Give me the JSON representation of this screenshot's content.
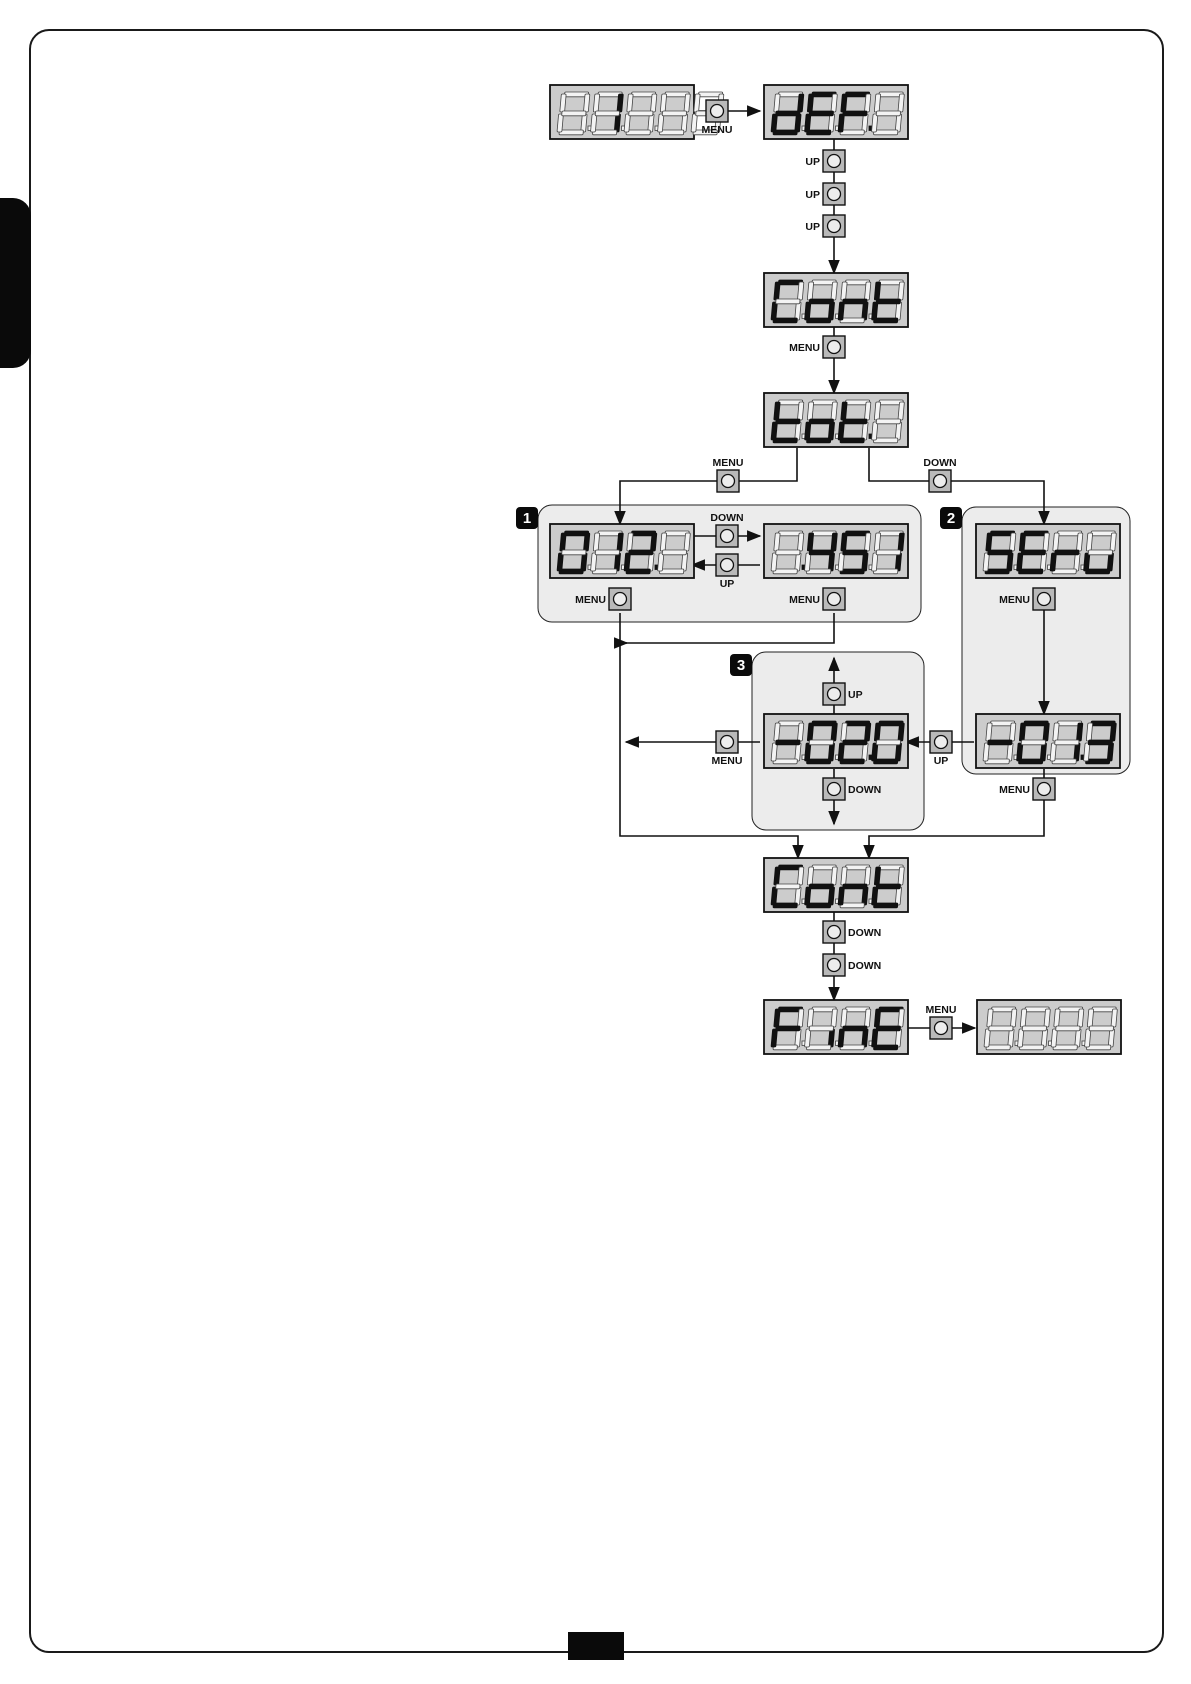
{
  "colors": {
    "display_bg": "#cccccc",
    "digit_on": "#111111",
    "digit_off": "#f3f3f3",
    "group_bg": "#ececec",
    "button_bg": "#b9b9b9",
    "line": "#111111"
  },
  "displays": {
    "d1": {
      "digits": [
        "",
        "1",
        "",
        "",
        ""
      ],
      "dots": [
        false,
        false,
        false
      ]
    },
    "d2": {
      "digits": [
        "d",
        "E",
        "F",
        ""
      ],
      "dots": [
        false,
        false,
        true
      ]
    },
    "d3": {
      "digits": [
        "C",
        "o",
        "n",
        "t"
      ],
      "dots": [
        false,
        false,
        false
      ]
    },
    "d4": {
      "digits": [
        "t",
        "o",
        "t",
        ""
      ],
      "dots": [
        false,
        false,
        true
      ]
    },
    "d5": {
      "digits": [
        "0",
        "1",
        "2",
        ""
      ],
      "dots": [
        false,
        false,
        true
      ]
    },
    "d6": {
      "digits": [
        "",
        "4",
        "5",
        "1"
      ],
      "dots": [
        true,
        false,
        false
      ]
    },
    "d7": {
      "digits": [
        "S",
        "E",
        "r",
        "u"
      ],
      "dots": [
        false,
        false,
        false
      ]
    },
    "d8": {
      "digits": [
        "-",
        "0",
        "2",
        "0"
      ],
      "dots": [
        false,
        false,
        true
      ]
    },
    "d9": {
      "digits": [
        "-",
        "0",
        "1",
        "3"
      ],
      "dots": [
        false,
        false,
        true
      ]
    },
    "d10": {
      "digits": [
        "C",
        "o",
        "n",
        "t"
      ],
      "dots": [
        false,
        false,
        false
      ]
    },
    "d11": {
      "digits": [
        "F",
        "i",
        "n",
        "E"
      ],
      "dots": [
        false,
        false,
        false
      ]
    },
    "d12": {
      "digits": [
        "",
        "",
        "",
        ""
      ],
      "dots": [
        false,
        false,
        false
      ]
    }
  },
  "buttons": {
    "b1": "MENU",
    "b2": "UP",
    "b3": "UP",
    "b4": "UP",
    "b5": "MENU",
    "b6": "MENU",
    "b7": "DOWN",
    "b8": "DOWN",
    "b9": "UP",
    "b10": "MENU",
    "b11": "MENU",
    "b12": "MENU",
    "b13": "UP",
    "b14": "MENU",
    "b15": "UP",
    "b16": "DOWN",
    "b17": "MENU",
    "b18": "DOWN",
    "b19": "DOWN",
    "b20": "MENU"
  },
  "sections": {
    "s1": "1",
    "s2": "2",
    "s3": "3"
  }
}
